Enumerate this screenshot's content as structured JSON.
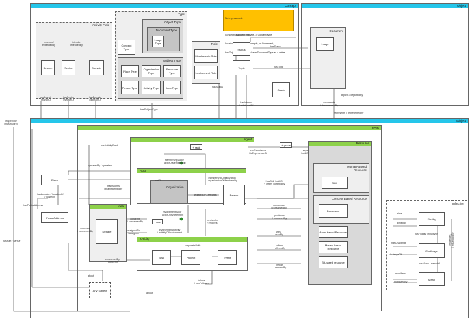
{
  "frames": {
    "concept": "Concept",
    "object": "Object",
    "subject": "Subject",
    "pair": "PAIR",
    "agent": "Agent",
    "actor": "Actor",
    "resource": "Resource",
    "idea": "Idea",
    "activity": "Activity",
    "activity_field": "Activity Field",
    "type": "Type",
    "object_type": "Object Type",
    "subject_type": "Subject Type",
    "role": "Role",
    "inflection": "Inflection"
  },
  "note": {
    "lines": [
      "Not represented:",
      "",
      "Concept - hasConceptType -> Concept type",
      "Local restrictions : for example, on Document,",
      "hasObjectType can only have DocumentType as a value"
    ]
  },
  "boxes": {
    "branch": "Branch",
    "sector": "Sector",
    "domain": "Domain",
    "concept_type": "Concept Type",
    "document_type": "Document Type",
    "image_type": "Image Type",
    "place_type": "Place Type",
    "organization_type": "Organization Type",
    "resource_type": "Resource Type",
    "person_type": "Person Type",
    "activity_type": "Activity Type",
    "idea_type": "Idea Type",
    "membership_role": "Membership Role",
    "involvement_role": "Involvement Role",
    "status": "Status",
    "topic": "Topic",
    "grade": "Grade",
    "document": "Document",
    "image": "Image",
    "place": "Place",
    "postal_address": "PostalAddress",
    "organization": "Organization",
    "person": "Person",
    "debate": "Debate",
    "task": "Task",
    "project": "Project",
    "event": "Event",
    "any_subject": "Any subject",
    "human_based_resource": "Human-Based Resource",
    "skill": "Skill",
    "concept_based_resource": "Concept Based Resource",
    "res_document": "Document",
    "atom_based_resource": "Atom-based Resource",
    "money_based_resource": "Money-based Resource",
    "bit_based_resource": "Bit-based resource",
    "finality": "Finality",
    "challenge": "Challenge",
    "mean": "Mean",
    "rank": "+ rank",
    "grade_small": "+ grade",
    "role_small": "+ role"
  },
  "labels": {
    "extends": "extends /\nextendedBy",
    "intends": "intends /\nintendedBy",
    "has_branch": "hasBranch\n/ branchOf",
    "has_sector": "hasSector\n/ sectorOf",
    "has_domain": "hasDomain\n/ domainOf",
    "has_subject_type": "hasSubjectType",
    "has_object_type": "hasObjectType",
    "has_status": "hasStatus",
    "has_topic": "hasTopic",
    "has_status2": "hasStatus",
    "has_interest": "hasInterest\n/ isInterestOf",
    "has_activity_field": "hasActivityField",
    "documents": "documents\n/ documentedBy",
    "depicts": "depicts / depictedBy",
    "represents": "represents / representedBy",
    "inspired_by": "inspiredBy\n/ hasInspired",
    "has_part": "hasPart / partOf",
    "has_postal_address": "hasPostalAddress",
    "has_location": "hasLocation / locationOf\n/ hostedIn",
    "operates": "operatesBy / operates",
    "brainstorms": "brainstorms\n/ brainstormedBy",
    "concerns": "concerns\n/ concernedBy",
    "assigned_to": "assignedTo\n/ assignee",
    "concerned_by": "concernedBy\n/ concerns",
    "about": "about",
    "about2": "about",
    "part_of": "partOf",
    "membership": "membershipActor\n/ actorOfMembership",
    "membership_org": "membershipOrganization\n/ organizationOfMembership",
    "affiliated_by": "affiliatedBy / affiliates",
    "involvement_actor": "involvementActor\n/ actorOfInvolvement",
    "involvement_activity": "involvementActivity\n/ activityOfInvolvement",
    "involved_in": "involvedIn\n/ involves",
    "corporate": "corporate/With",
    "follows": "follows\n/ hasFollower",
    "has_experience": "hasExperience\n/ isExperienceOf",
    "experience_skill": "experienceSkill\n/ skillOfExperience",
    "has_skill": "hasSkill / skillOf\n+ offers / offeredBy",
    "consumes": "consumes\n/ consumedBy",
    "produces": "produces\n/ producedBy",
    "uses": "uses\n/ usedBy",
    "offers": "offers\n/ offeredBy",
    "needs": "needs\n/ neededBy",
    "aims": "aims",
    "aimed_by": "aimedBy",
    "has_finality": "hasFinality / finalityOf",
    "has_challenge": "hasChallenge",
    "challenge_of": "challengeOf",
    "has_mean": "hasMean / meanOf",
    "mobilizes": "mobilizes",
    "mobilized_by": "mobilizedBy",
    "influences": "influences\n/ influencedBy"
  },
  "colors": {
    "cyan": "#25c6ea",
    "green": "#8dd14a",
    "note": "#ffc000"
  }
}
